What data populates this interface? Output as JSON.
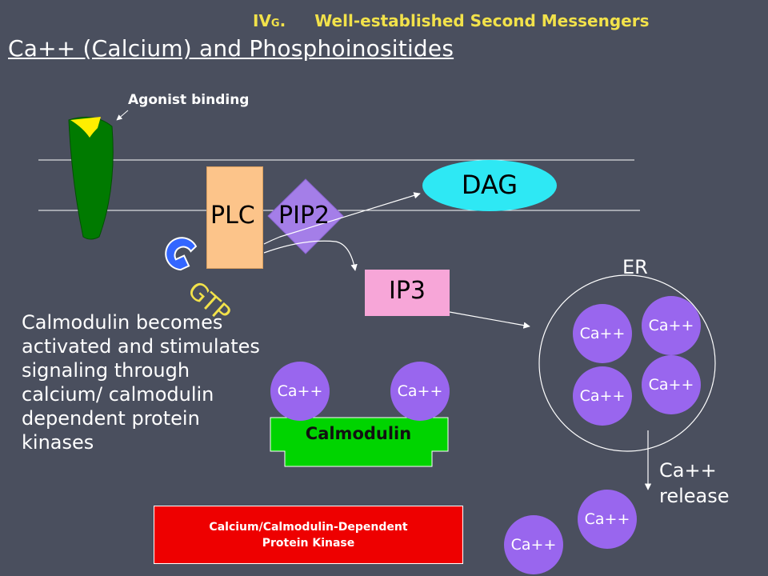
{
  "header": {
    "section_prefix": "IV",
    "section_sub": "G",
    "section_dot": ".",
    "section_title": "Well-established Second Messengers",
    "title": "Ca++ (Calcium) and Phosphoinositides"
  },
  "labels": {
    "agonist_binding": "Agonist binding",
    "plc": "PLC",
    "pip2": "PIP2",
    "dag": "DAG",
    "ip3": "IP3",
    "gtp": "GTP",
    "er": "ER",
    "calcium": "Ca++",
    "calmodulin": "Calmodulin",
    "ca_release_line1": "Ca++",
    "ca_release_line2": "release"
  },
  "calmodulin_description": "Calmodulin becomes activated and stimulates signaling through calcium/ calmodulin dependent protein kinases",
  "kinase_box": {
    "line1": "Calcium/Calmodulin-Dependent",
    "line2": "Protein Kinase"
  },
  "colors": {
    "background": "#4a4f5e",
    "receptor": "#007a00",
    "agonist": "#ffee00",
    "plc": "#fcc48a",
    "pip2": "#a47ee8",
    "dag": "#2ee8f4",
    "ip3": "#f7a6d8",
    "g_protein": "#3366ff",
    "calcium": "#9966ee",
    "calmodulin": "#00d400",
    "kinase": "#ee0000"
  }
}
